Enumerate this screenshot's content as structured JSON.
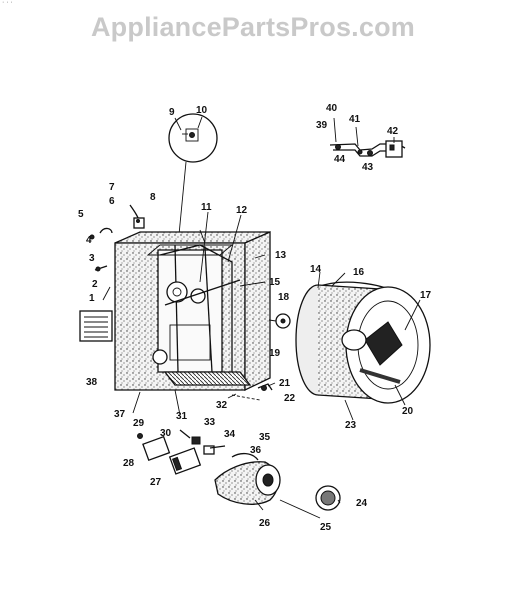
{
  "watermark": "AppliancePartsPros.com",
  "callouts": [
    "1",
    "2",
    "3",
    "4",
    "5",
    "6",
    "7",
    "8",
    "9",
    "10",
    "11",
    "12",
    "13",
    "14",
    "15",
    "16",
    "17",
    "18",
    "19",
    "20",
    "21",
    "22",
    "23",
    "24",
    "25",
    "26",
    "27",
    "28",
    "29",
    "30",
    "31",
    "32",
    "33",
    "34",
    "35",
    "36",
    "37",
    "38",
    "39",
    "40",
    "41",
    "42",
    "43",
    "44"
  ]
}
